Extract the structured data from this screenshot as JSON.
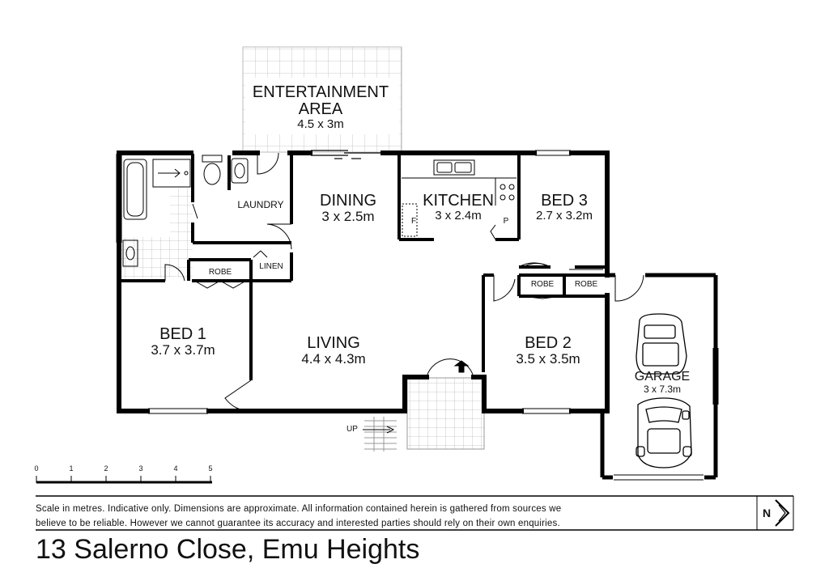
{
  "rooms": {
    "entertainment": {
      "name_line1": "ENTERTAINMENT",
      "name_line2": "AREA",
      "dims": "4.5 x 3m"
    },
    "dining": {
      "name": "DINING",
      "dims": "3 x 2.5m"
    },
    "kitchen": {
      "name": "KITCHEN",
      "dims": "3 x 2.4m"
    },
    "bed3": {
      "name": "BED 3",
      "dims": "2.7 x 3.2m"
    },
    "laundry": {
      "name": "LAUNDRY"
    },
    "linen": {
      "name": "LINEN"
    },
    "robe1": {
      "name": "ROBE"
    },
    "robe2": {
      "name": "ROBE"
    },
    "robe3": {
      "name": "ROBE"
    },
    "bed1": {
      "name": "BED 1",
      "dims": "3.7 x 3.7m"
    },
    "living": {
      "name": "LIVING",
      "dims": "4.4 x 4.3m"
    },
    "bed2": {
      "name": "BED 2",
      "dims": "3.5 x 3.5m"
    },
    "garage": {
      "name": "GARAGE",
      "dims": "3 x 7.3m"
    }
  },
  "markers": {
    "fridge": "F",
    "pantry": "P",
    "stairs_up": "UP"
  },
  "scale": {
    "ticks": [
      "0",
      "1",
      "2",
      "3",
      "4",
      "5"
    ]
  },
  "disclaimer": {
    "line1": "Scale in metres. Indicative only. Dimensions are approximate.  All information contained herein is gathered from sources we",
    "line2": "believe to be reliable. However we cannot guarantee its accuracy and interested parties should rely on their own enquiries."
  },
  "address": "13 Salerno Close, Emu Heights",
  "north_label": "N"
}
